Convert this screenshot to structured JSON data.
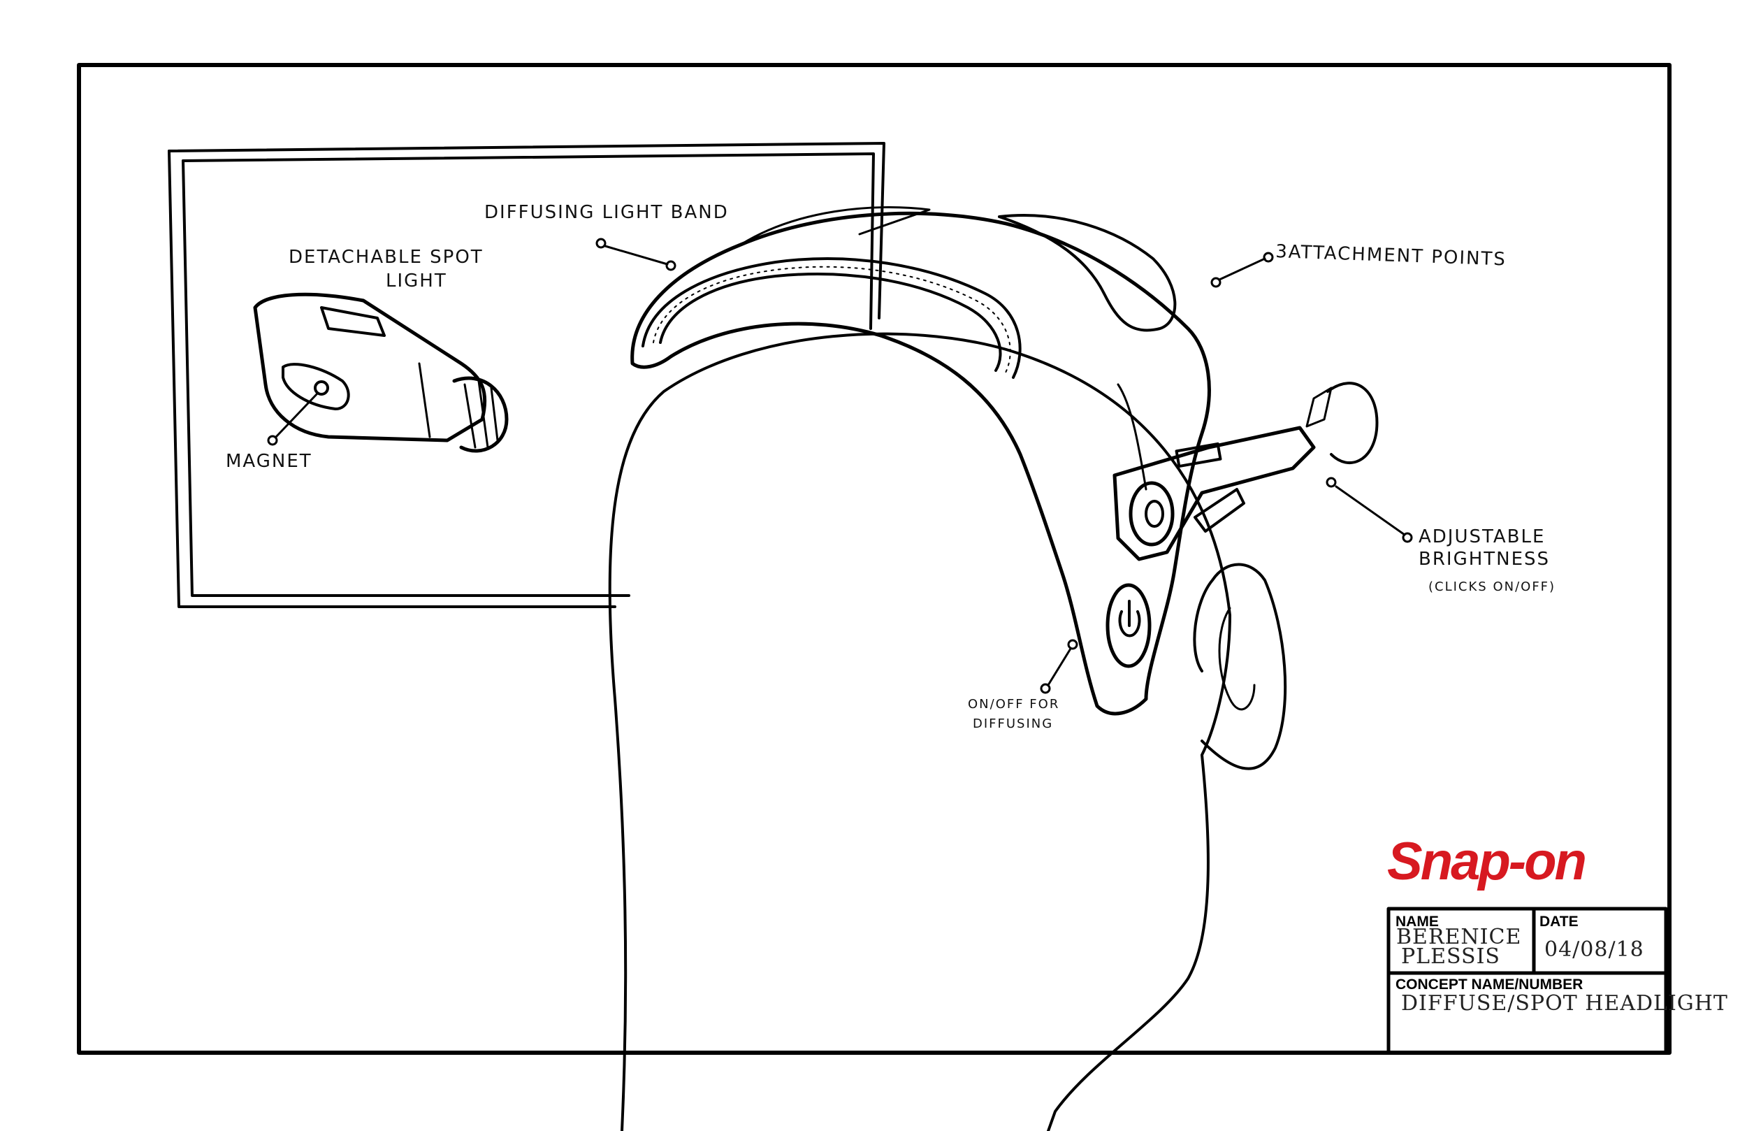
{
  "brand": {
    "logo_text": "Snap-on",
    "logo_color": "#d71920"
  },
  "callouts": {
    "diffusing_light_band": "DIFFUSING LIGHT BAND",
    "attachment_points": "3ATTACHMENT POINTS",
    "detachable_spot_light_line1": "DETACHABLE SPOT",
    "detachable_spot_light_line2": "LIGHT",
    "magnet": "MAGNET",
    "adjustable_brightness_line1": "ADJUSTABLE",
    "adjustable_brightness_line2": "BRIGHTNESS",
    "adjustable_brightness_line3": "(CLICKS ON/OFF)",
    "on_off_line1": "ON/OFF FOR",
    "on_off_line2": "DIFFUSING"
  },
  "title_block": {
    "name_label": "NAME",
    "name_line1": "BERENICE",
    "name_line2": "PLESSIS",
    "date_label": "DATE",
    "date_value": "04/08/18",
    "concept_label": "CONCEPT NAME/NUMBER",
    "concept_value": "DIFFUSE/SPOT HEADLIGHT"
  }
}
